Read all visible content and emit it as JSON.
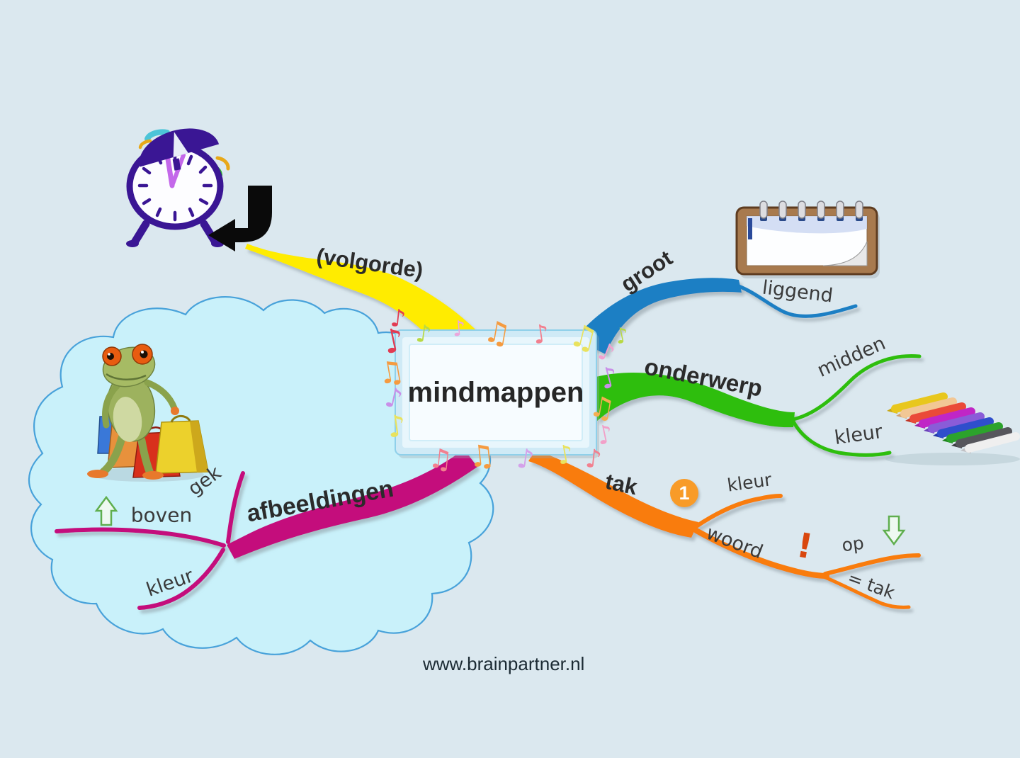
{
  "page": {
    "background_color": "#dbe8ef",
    "footer_url": "www.brainpartner.nl"
  },
  "center": {
    "title": "mindmappen",
    "decoration": "frame-of-colorful-music-notes"
  },
  "branches": {
    "volgorde": {
      "label": "(volgorde)",
      "color": "#ffec00",
      "icon": "alarm-clock-with-bent-left-arrow"
    },
    "groot": {
      "label": "groot",
      "color": "#1b7fc4",
      "children": {
        "liggend": {
          "label": "liggend",
          "icon": "landscape-spiral-notepad"
        }
      }
    },
    "onderwerp": {
      "label": "onderwerp",
      "color": "#2fbe11",
      "children": {
        "midden": {
          "label": "midden"
        },
        "kleur": {
          "label": "kleur",
          "icon": "colored-crayons"
        }
      }
    },
    "tak": {
      "label": "tak",
      "color": "#f97c08",
      "badge": "1",
      "badge_color": "#f89b28",
      "children": {
        "kleur": {
          "label": "kleur"
        },
        "woord": {
          "label": "woord",
          "annotation": "!",
          "annotation_color": "#d9470e",
          "children": {
            "op": {
              "label": "op",
              "icon": "green-outline-down-arrow"
            },
            "is_tak": {
              "label": "= tak"
            }
          }
        }
      }
    },
    "afbeeldingen": {
      "label": "afbeeldingen",
      "color": "#c40b7c",
      "icon": "frog-with-shopping-bags-in-cloud",
      "children": {
        "gek": {
          "label": "gek"
        },
        "boven": {
          "label": "boven",
          "icon": "green-outline-up-arrow"
        },
        "kleur": {
          "label": "kleur"
        }
      }
    }
  },
  "icons": {
    "note_single": "♪",
    "note_double": "♫"
  }
}
